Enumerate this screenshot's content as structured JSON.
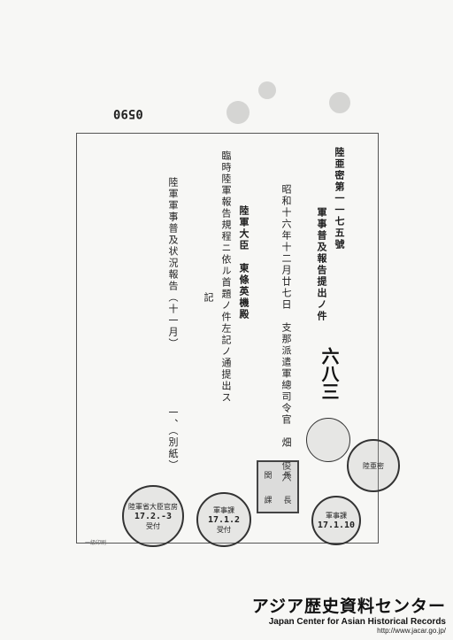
{
  "page_number": "0590",
  "document": {
    "doc_number": "陸亜密第一一七五號",
    "subject": "軍事普及報告提出ノ件",
    "date_sender": "昭和十六年十二月廿七日　支那派遣軍總司令官　畑　俊六",
    "recipient": "陸軍大臣　東條英機殿",
    "body": "臨時陸軍報告規程ニ依ル首題ノ件左記ノ通提出ス",
    "ki": "記",
    "item": "陸軍軍事普及状況報告（十一月）",
    "item_qty": "一、（別紙）",
    "handwritten_number": "六八三"
  },
  "stamps": [
    {
      "id": "stamp-left",
      "label": "陸軍省大臣官房",
      "date": "17.2.-3",
      "bottom": "受付"
    },
    {
      "id": "stamp-mid",
      "label": "軍事課",
      "date": "17.1.2",
      "bottom": "受付"
    },
    {
      "id": "stamp-right",
      "label": "軍事課",
      "date": "17.1.10",
      "bottom": ""
    },
    {
      "id": "stamp-upper-right",
      "label": "",
      "date": "",
      "bottom": "陸亜密"
    }
  ],
  "square_stamp_chars": [
    "関",
    "係",
    "課",
    "長"
  ],
  "footer": {
    "title_jp": "アジア歴史資料センター",
    "title_en": "Japan Center for Asian Historical Records",
    "url": "http://www.jacar.go.jp/"
  },
  "bottom_note": "一級印刷"
}
